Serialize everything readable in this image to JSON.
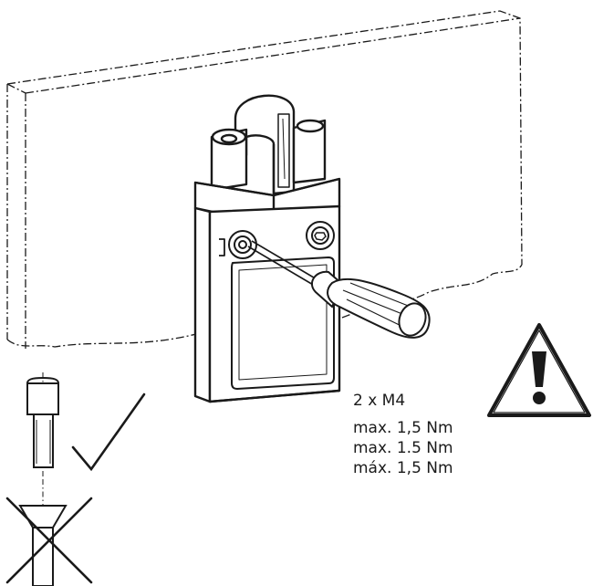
{
  "specs": {
    "screw": "2 x M4",
    "torque_lines": [
      "max. 1,5 Nm",
      "max. 1.5 Nm",
      "máx. 1,5 Nm"
    ]
  },
  "icons": {
    "warning": "warning-triangle-icon",
    "correct": "check-mark-icon",
    "incorrect": "cross-mark-icon"
  },
  "colors": {
    "ink": "#1a1a1a",
    "background": "#ffffff"
  }
}
